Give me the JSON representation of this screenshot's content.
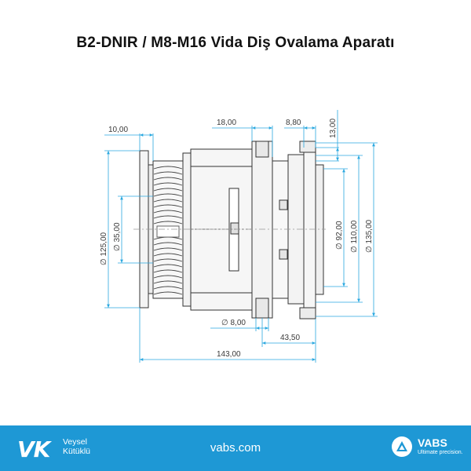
{
  "title": "B2-DNIR / M8-M16 Vida Diş Ovalama Aparatı",
  "dimensions": {
    "d10": "10,00",
    "d18": "18,00",
    "d8_8": "8,80",
    "d13": "13,00",
    "dia125": "∅ 125,00",
    "dia35": "∅ 35,00",
    "dia92": "∅ 92,00",
    "dia110": "∅ 110,00",
    "dia135": "∅ 135,00",
    "dia8": "∅ 8,00",
    "d43_5": "43,50",
    "d143": "143,00"
  },
  "footer": {
    "brand_mark": "VK",
    "brand_line1": "Veysel",
    "brand_line2": "Kütüklü",
    "website": "vabs.com",
    "partner_name": "VABS",
    "partner_tagline": "Ultimate precision."
  },
  "colors": {
    "footer_bg": "#1e98d5",
    "dimension_line": "#2aa8e0",
    "outline": "#333333"
  }
}
